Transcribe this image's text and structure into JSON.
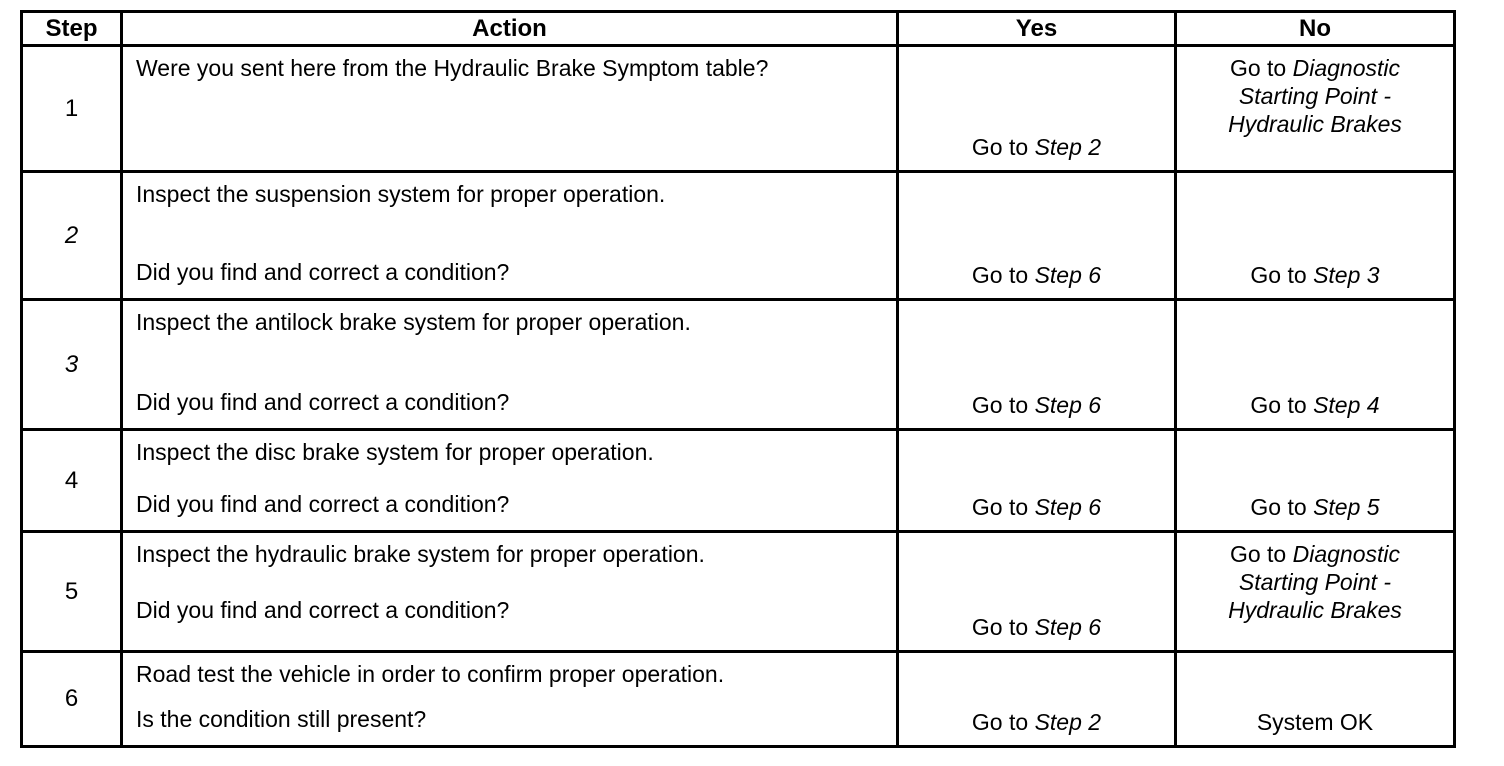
{
  "table": {
    "headers": {
      "step": "Step",
      "action": "Action",
      "yes": "Yes",
      "no": "No"
    },
    "rows": [
      {
        "step": "1",
        "line1": "Were you sent here from the Hydraulic Brake Symptom table?",
        "line2": "",
        "yes": {
          "plain": "Go to ",
          "italic": "Step 2"
        },
        "no": {
          "plain": "Go to ",
          "italic": "Diagnostic Starting Point - Hydraulic Brakes"
        }
      },
      {
        "step": "2",
        "line1": "Inspect the suspension system for proper operation.",
        "line2": "Did you find and correct a condition?",
        "yes": {
          "plain": "Go to ",
          "italic": "Step 6"
        },
        "no": {
          "plain": "Go to ",
          "italic": "Step 3"
        }
      },
      {
        "step": "3",
        "line1": "Inspect the antilock brake system for proper operation.",
        "line2": "Did you find and correct a condition?",
        "yes": {
          "plain": "Go to ",
          "italic": "Step 6"
        },
        "no": {
          "plain": "Go to ",
          "italic": "Step 4"
        }
      },
      {
        "step": "4",
        "line1": "Inspect the disc brake system for proper operation.",
        "line2": "Did you find and correct a condition?",
        "yes": {
          "plain": "Go to ",
          "italic": "Step 6"
        },
        "no": {
          "plain": "Go to ",
          "italic": "Step 5"
        }
      },
      {
        "step": "5",
        "line1": "Inspect the hydraulic brake system for proper operation.",
        "line2": "Did you find and correct a condition?",
        "yes": {
          "plain": "Go to ",
          "italic": "Step 6"
        },
        "no": {
          "plain": "Go to ",
          "italic": "Diagnostic Starting Point - Hydraulic Brakes"
        }
      },
      {
        "step": "6",
        "line1": "Road test the vehicle in order to confirm proper operation.",
        "line2": "Is the condition still present?",
        "yes": {
          "plain": "Go to ",
          "italic": "Step 2"
        },
        "no": {
          "plain": "System OK",
          "italic": ""
        }
      }
    ],
    "colors": {
      "border": "#000000",
      "background": "#ffffff",
      "text": "#000000"
    }
  }
}
